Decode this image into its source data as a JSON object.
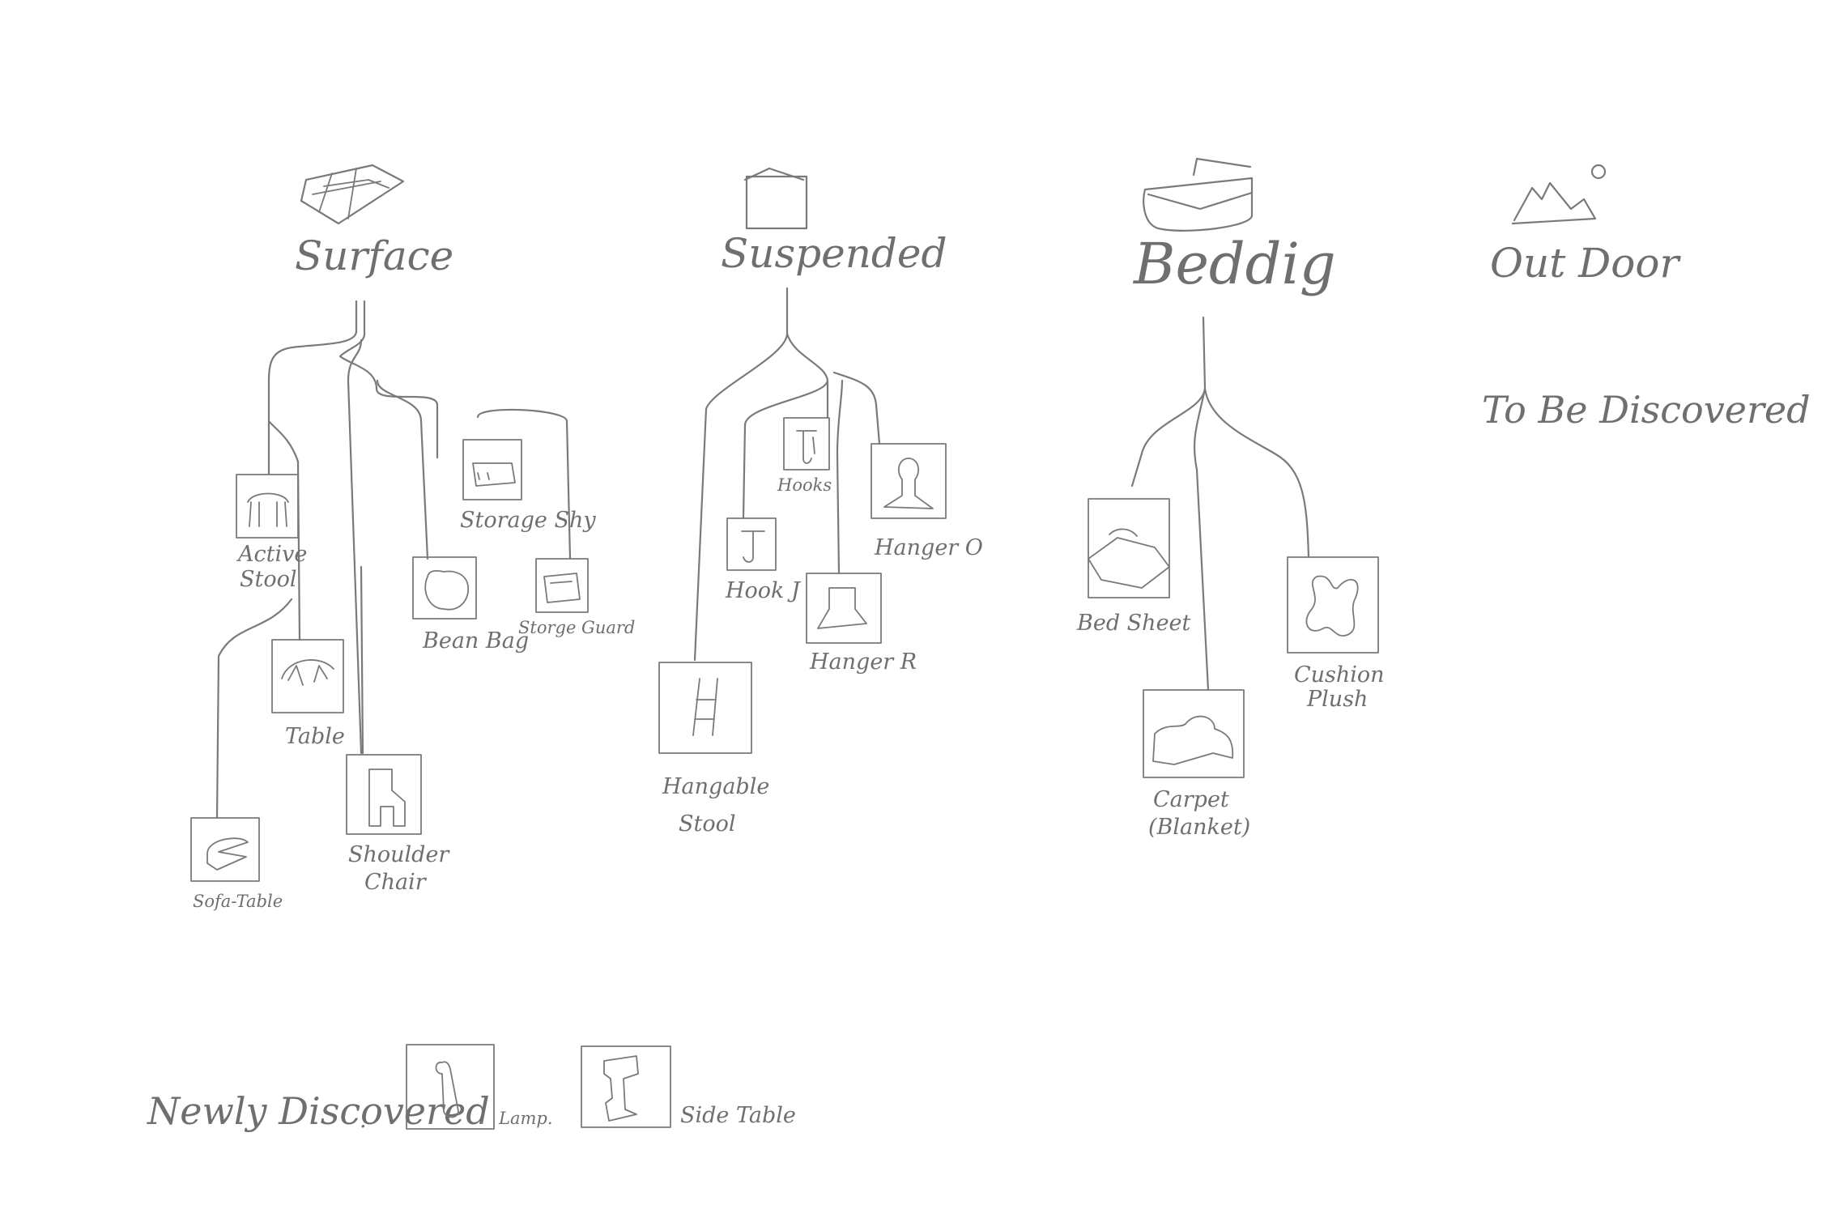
{
  "categories": {
    "surface": "Surface",
    "suspended": "Suspended",
    "bedding": "Beddig",
    "outdoor": "Out Door"
  },
  "outdoor_note": "To Be Discovered",
  "surface_items": {
    "active_stool": [
      "Active",
      "Stool"
    ],
    "storage_shy": "Storage Shy",
    "bean_bag": "Bean Bag",
    "storage_guard": "Storge Guard",
    "table": "Table",
    "sofa_table": "Sofa-Table",
    "shoulder_chair": [
      "Shoulder",
      "Chair"
    ]
  },
  "suspended_items": {
    "hooks": "Hooks",
    "hanger_o": "Hanger O",
    "hook_j": "Hook J",
    "hanger_r": "Hanger R",
    "hangable_stool": [
      "Hangable",
      "Stool"
    ]
  },
  "bedding_items": {
    "bed_sheet": "Bed Sheet",
    "cushion_plush": [
      "Cushion",
      "Plush"
    ],
    "carpet": [
      "Carpet",
      "(Blanket)"
    ]
  },
  "newly_discovered": {
    "label": "Newly Discovered",
    "items": [
      "Lamp.",
      "Side Table"
    ]
  },
  "colors": {
    "ink": "#7a7a7a",
    "background": "#ffffff"
  }
}
